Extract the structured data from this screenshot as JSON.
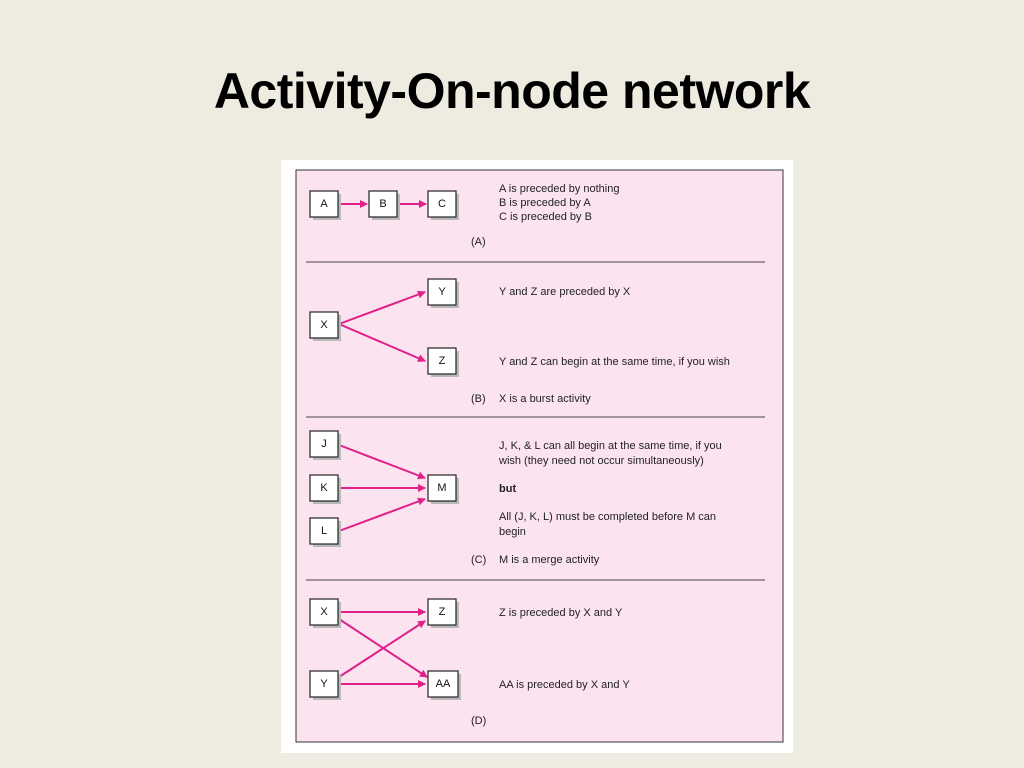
{
  "slide": {
    "title": "Activity-On-node network"
  },
  "colors": {
    "background": "#eeebe0",
    "panel": "#fbe4f0",
    "arrow": "#e0218a"
  },
  "sections": {
    "a": {
      "label": "(A)",
      "nodes": [
        "A",
        "B",
        "C"
      ],
      "lines": [
        "A is preceded by nothing",
        "B is preceded by A",
        "C is preceded by B"
      ]
    },
    "b": {
      "label": "(B)",
      "nodes": [
        "X",
        "Y",
        "Z"
      ],
      "line1": "Y and Z are preceded by X",
      "line2": "Y and Z can begin at the same time, if you wish",
      "line3": "X is a burst activity"
    },
    "c": {
      "label": "(C)",
      "nodes": [
        "J",
        "K",
        "L",
        "M"
      ],
      "line1a": "J, K, & L can all begin at the same time, if you",
      "line1b": "wish (they need not occur simultaneously)",
      "but": "but",
      "line2a": "All (J, K, L) must be completed before M can",
      "line2b": "begin",
      "line3": "M is a merge activity"
    },
    "d": {
      "label": "(D)",
      "nodes": [
        "X",
        "Y",
        "Z",
        "AA"
      ],
      "line1": "Z is preceded by X and Y",
      "line2": "AA is preceded by X and Y"
    }
  }
}
